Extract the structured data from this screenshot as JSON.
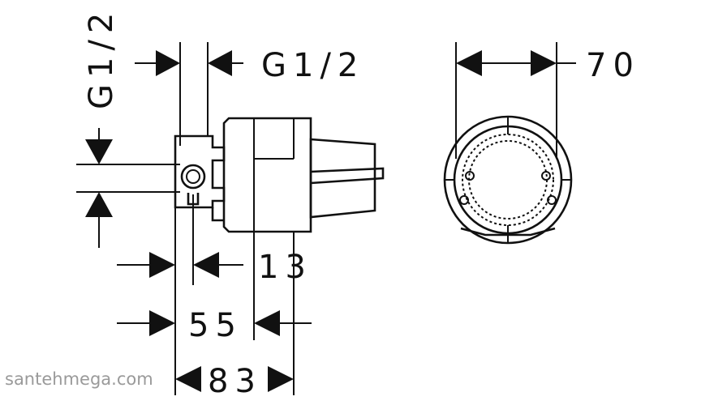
{
  "dimensions": {
    "inlet_vertical": "G1/2",
    "inlet_horizontal": "G1/2",
    "diameter": "70",
    "offset_13": "13",
    "depth_55": "55",
    "depth_83": "83"
  },
  "watermark": "santehmega.com"
}
